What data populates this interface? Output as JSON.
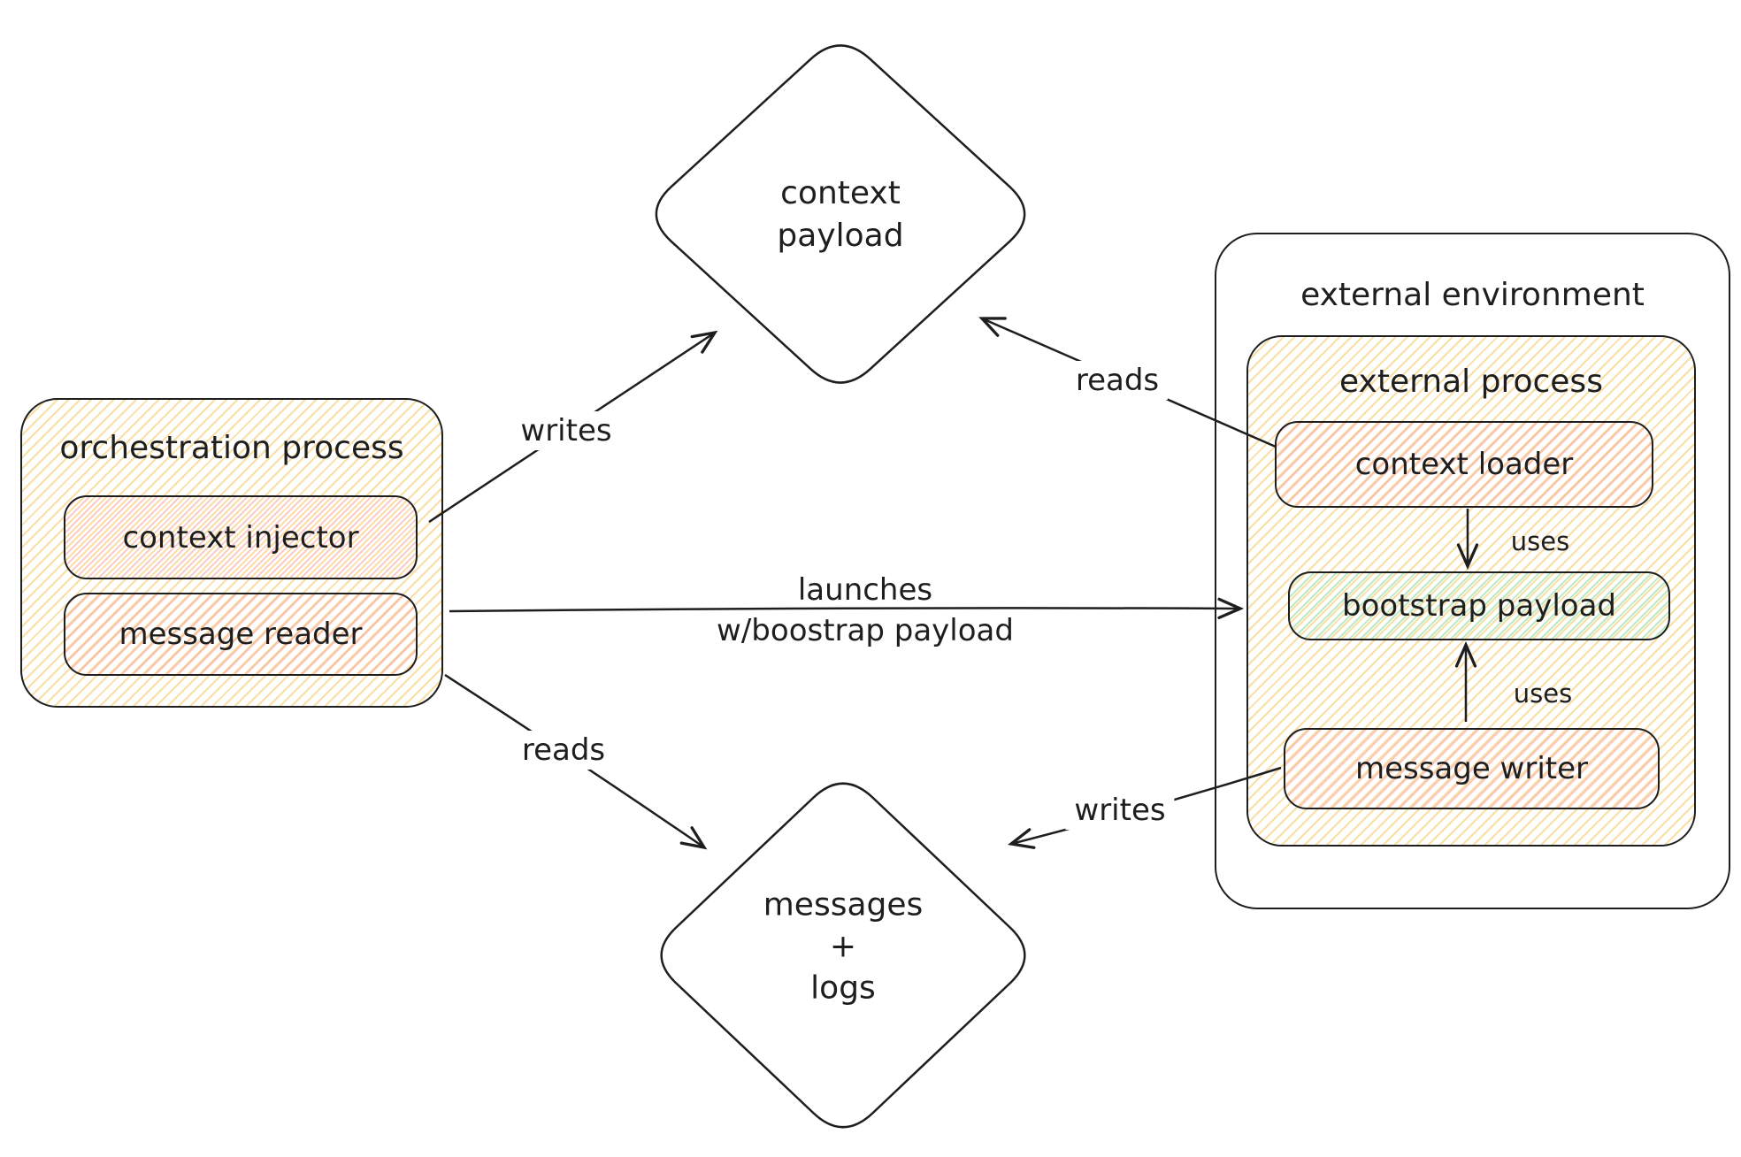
{
  "colors": {
    "stroke": "#1e1e1e",
    "yellow_hatch": "#f2b739",
    "pink_hatch": "#f87777",
    "green_hatch": "#5ec974",
    "background": "#ffffff"
  },
  "nodes": {
    "context_payload": {
      "line1": "context",
      "line2": "payload"
    },
    "orchestration_process": {
      "title": "orchestration process",
      "items": [
        {
          "label": "context injector"
        },
        {
          "label": "message reader"
        }
      ]
    },
    "external_environment": {
      "title": "external environment"
    },
    "external_process": {
      "title": "external process",
      "items": [
        {
          "label": "context loader"
        },
        {
          "label": "bootstrap payload"
        },
        {
          "label": "message writer"
        }
      ]
    },
    "messages_logs": {
      "line1": "messages",
      "line2": "+",
      "line3": "logs"
    }
  },
  "edges": {
    "writes_top": {
      "label": "writes"
    },
    "reads_top": {
      "label": "reads"
    },
    "launches": {
      "line1": "launches",
      "line2": "w/boostrap payload"
    },
    "reads_bottom": {
      "label": "reads"
    },
    "writes_bottom": {
      "label": "writes"
    },
    "uses_top": {
      "label": "uses"
    },
    "uses_bottom": {
      "label": "uses"
    }
  }
}
